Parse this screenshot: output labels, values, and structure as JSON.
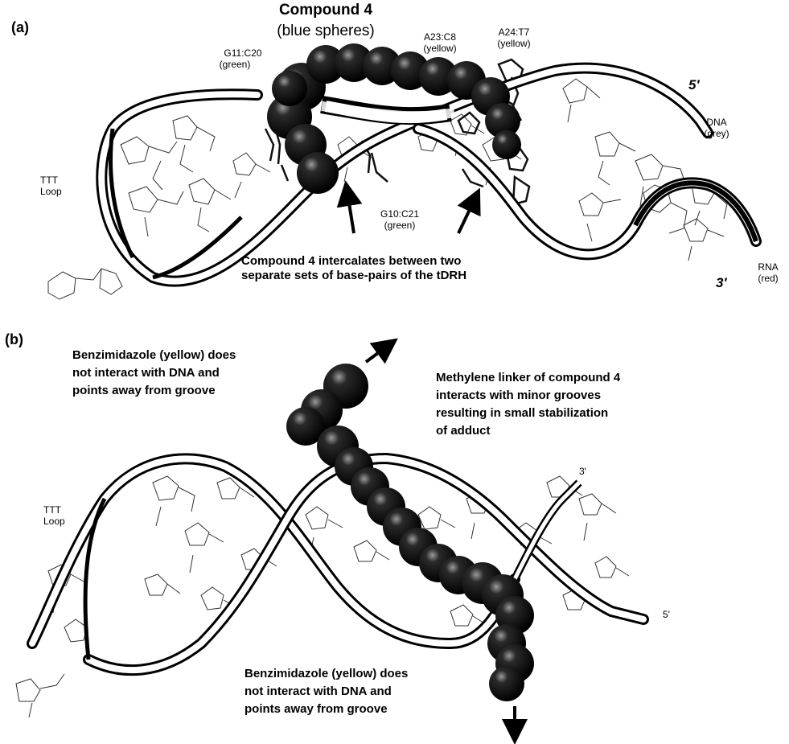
{
  "panel_a": {
    "panel_label": "(a)",
    "title": "Compound 4",
    "subtitle": "(blue spheres)",
    "labels": {
      "g11c20": "G11:C20",
      "g11c20_color": "(green)",
      "a23c8": "A23:C8",
      "a23c8_color": "(yellow)",
      "a24t7": "A24:T7",
      "a24t7_color": "(yellow)",
      "five_prime": "5′",
      "three_prime": "3′",
      "dna": "DNA",
      "dna_color": "(grey)",
      "rna": "RNA",
      "rna_color": "(red)",
      "ttt": "TTT",
      "loop": "Loop",
      "g10c21": "G10:C21",
      "g10c21_color": "(green)"
    },
    "caption_line1": "Compound 4 intercalates between two",
    "caption_line2": "separate sets of base-pairs of the tDRH"
  },
  "panel_b": {
    "panel_label": "(b)",
    "benz_top": [
      "Benzimidazole (yellow) does",
      "not interact with DNA and",
      "points away from groove"
    ],
    "linker": [
      "Methylene linker of compound 4",
      "interacts with minor grooves",
      "resulting in small stabilization",
      "of adduct"
    ],
    "ttt": "TTT",
    "loop": "Loop",
    "three_prime": "3'",
    "five_prime": "5'",
    "benz_bottom": [
      "Benzimidazole (yellow) does",
      "not interact with DNA and",
      "points away from groove"
    ]
  },
  "colors": {
    "ink": "#000000",
    "sphere": "#1a1a1a",
    "ribbon_fill": "#ffffff",
    "ribbon_edge": "#000000",
    "bases": "#333333"
  },
  "icons": [
    "molecule-sphere-chain",
    "dna-ribbon",
    "nucleotide-stick-model",
    "arrow"
  ]
}
